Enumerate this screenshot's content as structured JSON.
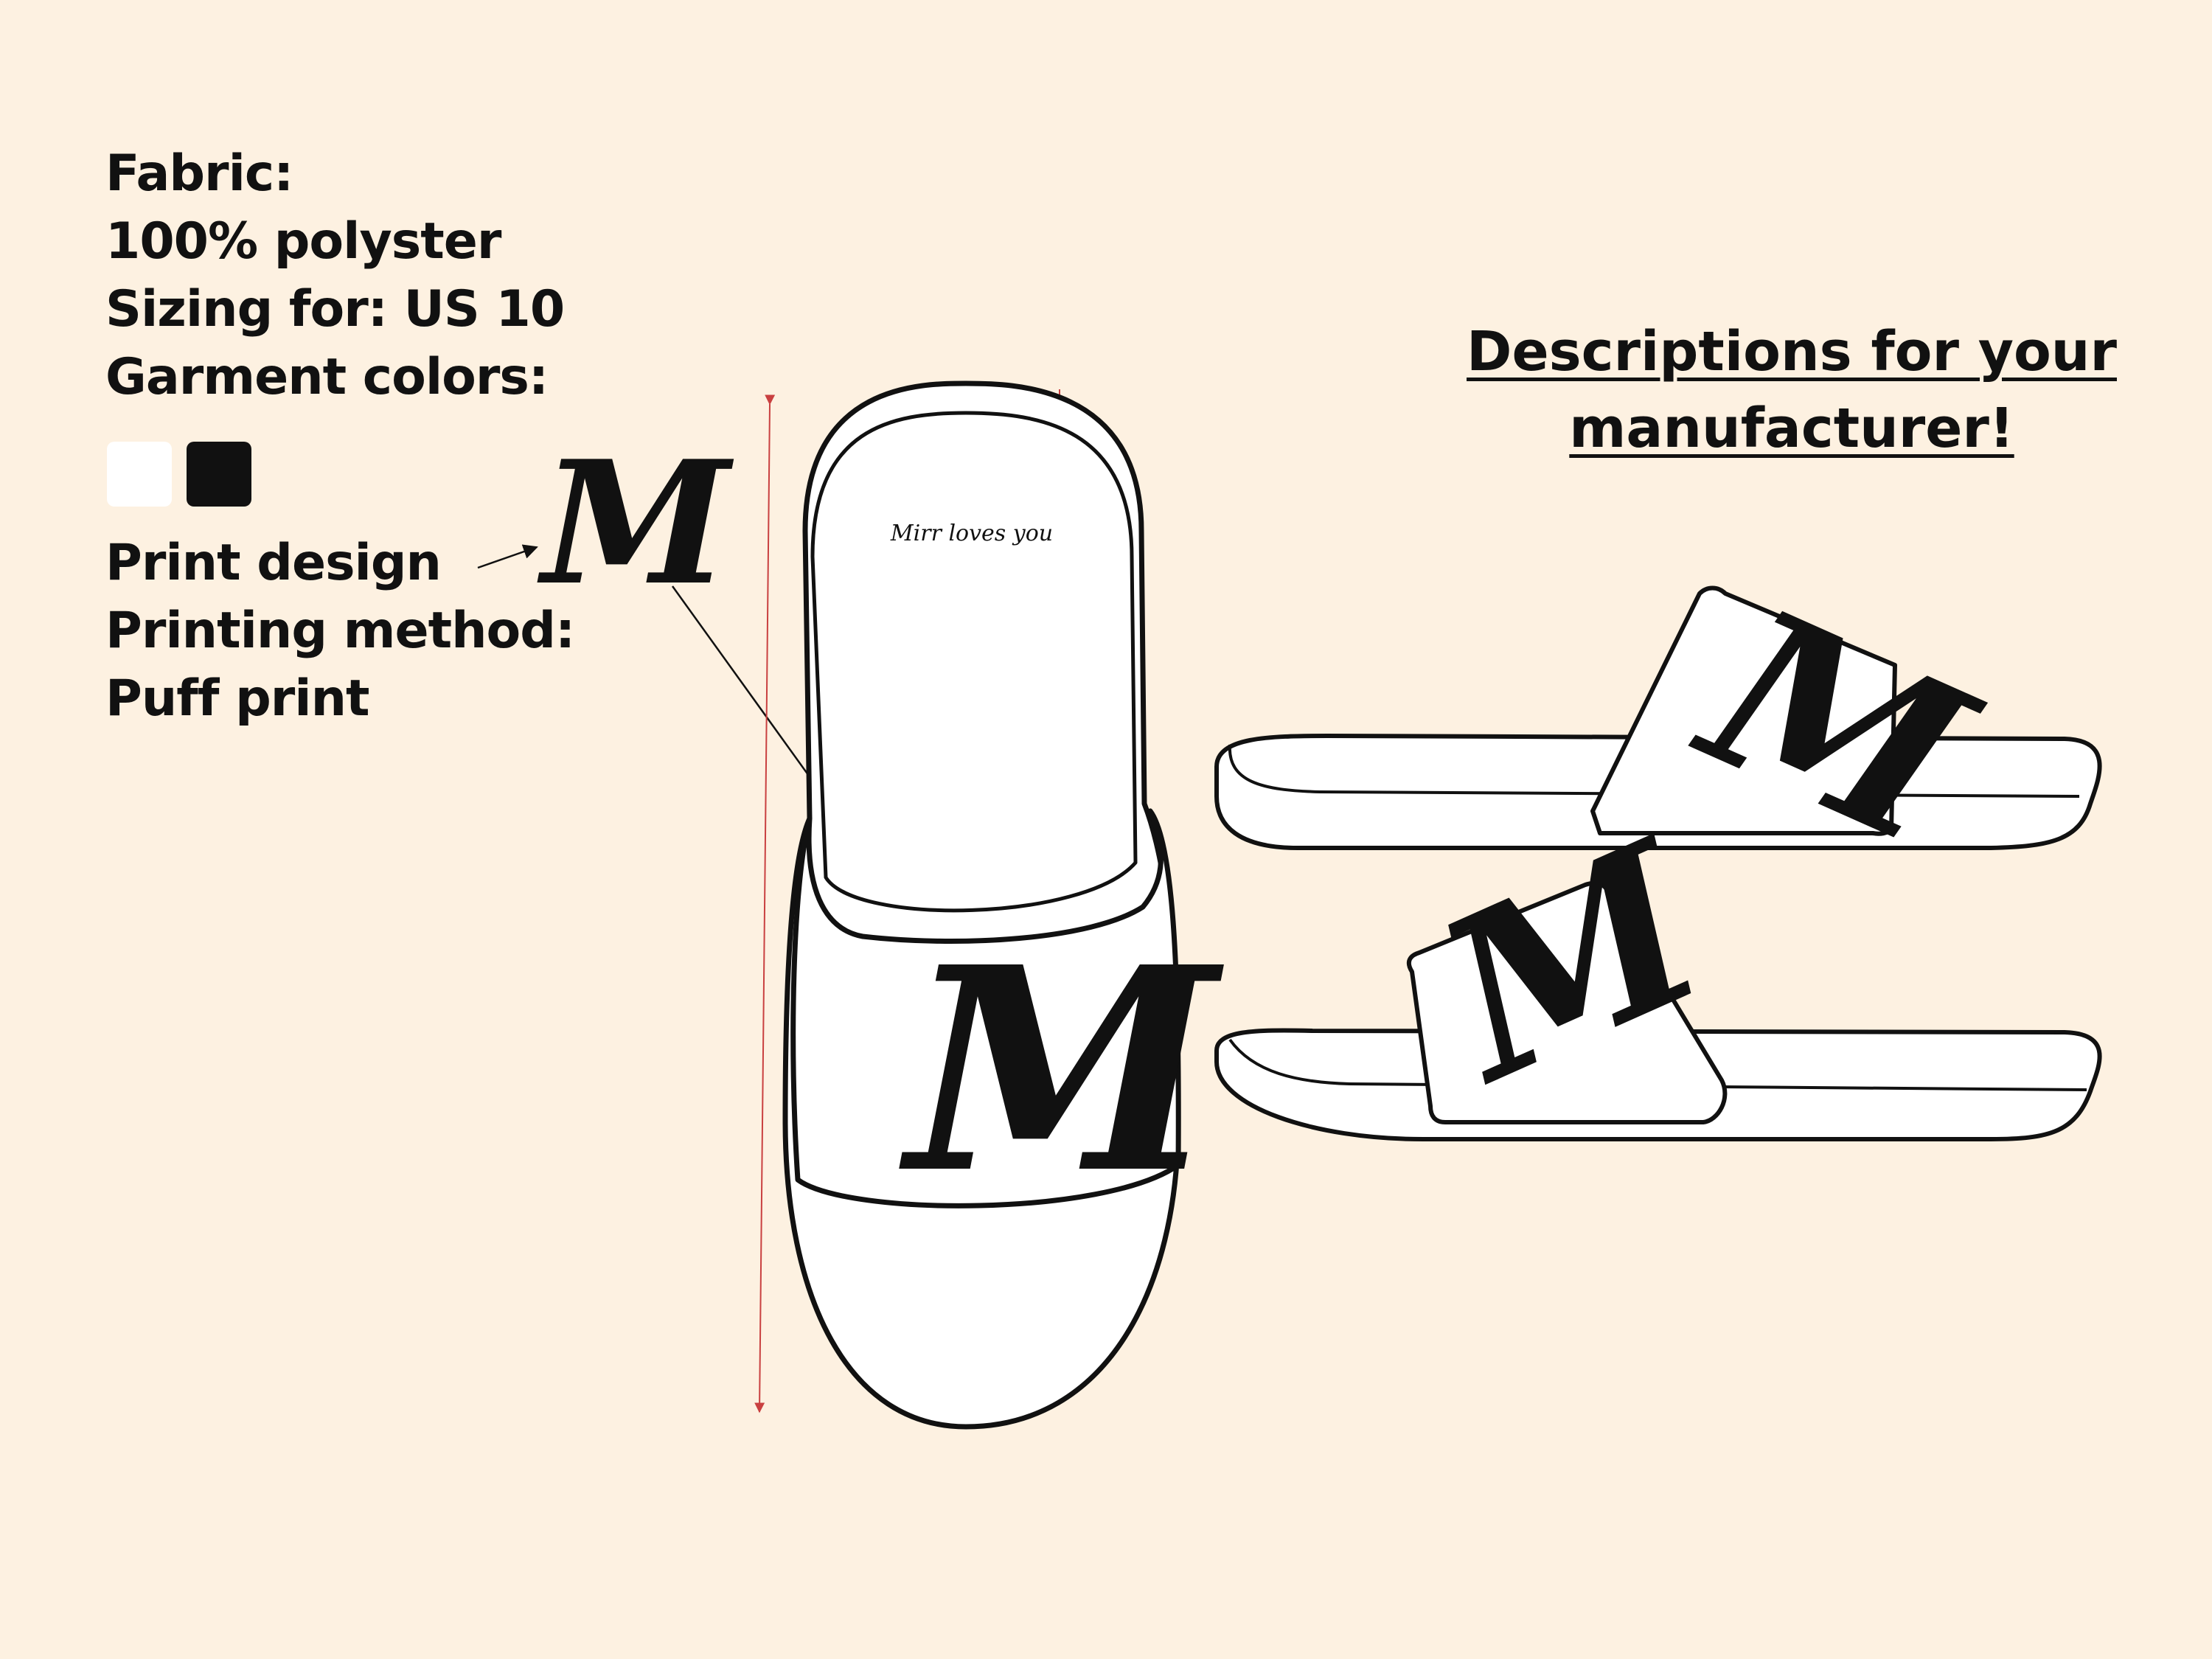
{
  "spec": {
    "fabric_label": "Fabric:",
    "fabric_value": "100% polyster",
    "sizing": "Sizing for: US 10",
    "colors_label": "Garment colors:",
    "print_design_label": "Print design",
    "printing_method_label": "Printing method:",
    "printing_method_value": "Puff print"
  },
  "garment_colors": [
    "#ffffff",
    "#111111"
  ],
  "heading": {
    "line1": "Descriptions for your",
    "line2": "manufacturer!"
  },
  "artwork": {
    "logo_letter": "M",
    "footbed_text": "Mirr loves you"
  }
}
